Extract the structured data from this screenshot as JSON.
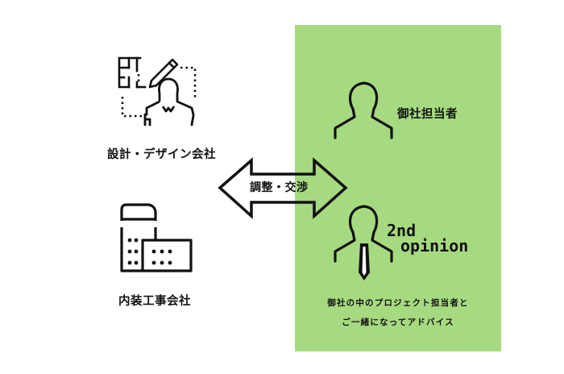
{
  "colors": {
    "panel_green": "#a6da80",
    "stroke": "#111111",
    "background": "#ffffff"
  },
  "left": {
    "design_company": {
      "icon": "architect-blueprint-icon",
      "label": "設計・デザイン会社"
    },
    "interior_company": {
      "icon": "buildings-icon",
      "label": "内装工事会社"
    }
  },
  "arrow": {
    "icon": "double-arrow-icon",
    "label": "調整・交渉"
  },
  "right_panel": {
    "client_person": {
      "icon": "person-icon",
      "label": "御社担当者"
    },
    "second_opinion": {
      "icon": "businessman-tie-icon",
      "line1": "2nd",
      "line2": "opinion"
    },
    "description": {
      "line1": "御社の中のプロジェクト担当者と",
      "line2": "ご一緒になってアドバイス"
    }
  }
}
